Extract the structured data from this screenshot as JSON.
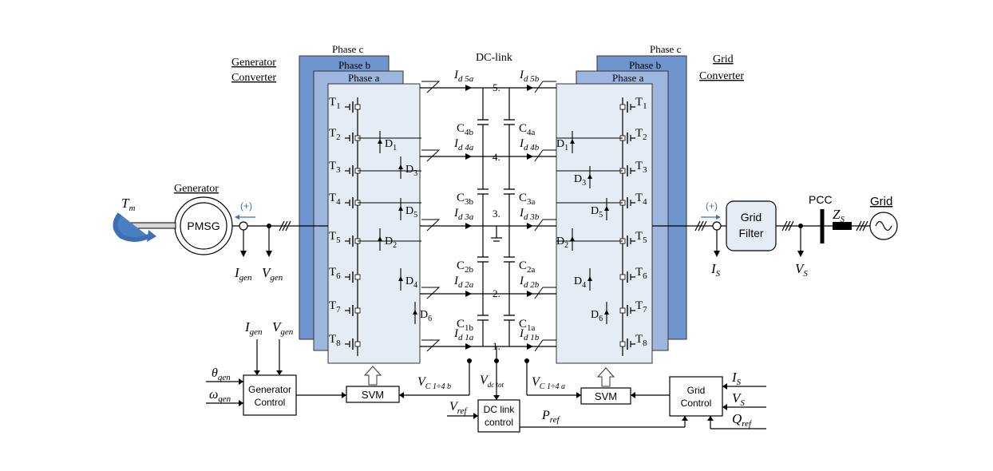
{
  "generator_converter": {
    "title_line1": "Generator",
    "title_line2": "Converter",
    "phase_c": "Phase c",
    "phase_b": "Phase b",
    "phase_a": "Phase a"
  },
  "grid_converter": {
    "title_line1": "Grid",
    "title_line2": "Converter",
    "phase_c": "Phase c",
    "phase_b": "Phase b",
    "phase_a": "Phase a"
  },
  "dc_link": {
    "title": "DC-link",
    "nodes": [
      "5.",
      "4.",
      "3.",
      "2.",
      "1."
    ]
  },
  "generator": {
    "label": "Generator",
    "machine": "PMSG",
    "torque_main": "T",
    "torque_sub": "m"
  },
  "polarity_mark": "(+)",
  "measurements": {
    "i_gen_main": "I",
    "i_gen_sub": "gen",
    "v_gen_main": "V",
    "v_gen_sub": "gen",
    "i_s_main": "I",
    "i_s_sub": "S",
    "v_s_main": "V",
    "v_s_sub": "S"
  },
  "grid": {
    "filter_line1": "Grid",
    "filter_line2": "Filter",
    "pcc": "PCC",
    "impedance_main": "Z",
    "impedance_sub": "S",
    "label": "Grid"
  },
  "generator_control": {
    "line1": "Generator",
    "line2": "Control",
    "in_theta": "θ",
    "in_theta_sub": "gen",
    "in_omega": "ω",
    "in_omega_sub": "gen",
    "in_i": "I",
    "in_i_sub": "gen",
    "in_v": "V",
    "in_v_sub": "gen"
  },
  "grid_control": {
    "line1": "Grid",
    "line2": "Control",
    "in_is": "I",
    "in_is_sub": "S",
    "in_vs": "V",
    "in_vs_sub": "S",
    "in_q": "Q",
    "in_q_sub": "ref"
  },
  "svm_label": "SVM",
  "dc_control": {
    "line1": "DC link",
    "line2": "control",
    "vref": "V",
    "vref_sub": "ref",
    "vdc": "V",
    "vdc_sub": "dc tot",
    "pref": "P",
    "pref_sub": "ref"
  },
  "vc_gen": {
    "main": "V",
    "sub": "C 1÷4 b"
  },
  "vc_grid": {
    "main": "V",
    "sub": "C 1÷4 a"
  },
  "left_switches": [
    "1",
    "2",
    "3",
    "4",
    "5",
    "6",
    "7",
    "8"
  ],
  "right_switches": [
    "1",
    "2",
    "3",
    "4",
    "5",
    "6",
    "7",
    "8"
  ],
  "left_diodes": [
    "1",
    "3",
    "5",
    "2",
    "4",
    "6"
  ],
  "right_diodes": [
    "1",
    "3",
    "5",
    "2",
    "4",
    "6"
  ],
  "switch_letter": "T",
  "diode_letter": "D",
  "cap_letter": "C",
  "caps_left": [
    "4b",
    "3b",
    "2b",
    "1b"
  ],
  "caps_right": [
    "4a",
    "3a",
    "2a",
    "1a"
  ],
  "currents_left": [
    "5a",
    "4a",
    "3a",
    "2a",
    "1a"
  ],
  "currents_right": [
    "5b",
    "4b",
    "3b",
    "2b",
    "1b"
  ],
  "current_letter": "I",
  "current_sub_prefix": "d "
}
